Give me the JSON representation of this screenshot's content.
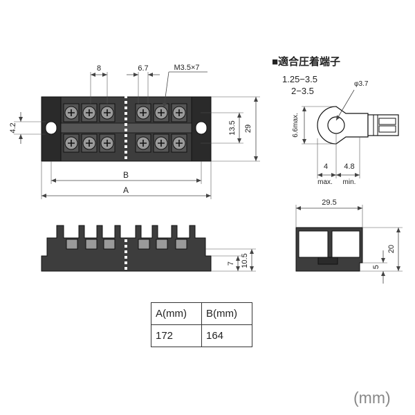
{
  "top_view": {
    "pitch": "8",
    "screw_width": "6.7",
    "screw_spec": "M3.5×7",
    "mount_hole": "4.2",
    "terminal_spacing": "13.5",
    "height": "29",
    "dim_b": "B",
    "dim_a": "A"
  },
  "front_view": {
    "base_height": "7",
    "body_height": "10.5"
  },
  "lug_section": {
    "title": "■適合圧着端子",
    "size_1": "1.25−3.5",
    "size_2": "2−3.5",
    "hole_dia": "φ3.7",
    "lug_width": "6.6max.",
    "ring_length": "4",
    "ring_length_note": "max.",
    "barrel_length": "4.8",
    "barrel_length_note": "min."
  },
  "side_view": {
    "width": "29.5",
    "height": "20",
    "base_height": "5"
  },
  "dimension_table": {
    "headers": [
      "A(mm)",
      "B(mm)"
    ],
    "values": [
      "172",
      "164"
    ]
  },
  "unit": "(mm)",
  "colors": {
    "body": "#3d3d3d",
    "screw": "#9a9a9a",
    "dimension_line": "#444444"
  }
}
